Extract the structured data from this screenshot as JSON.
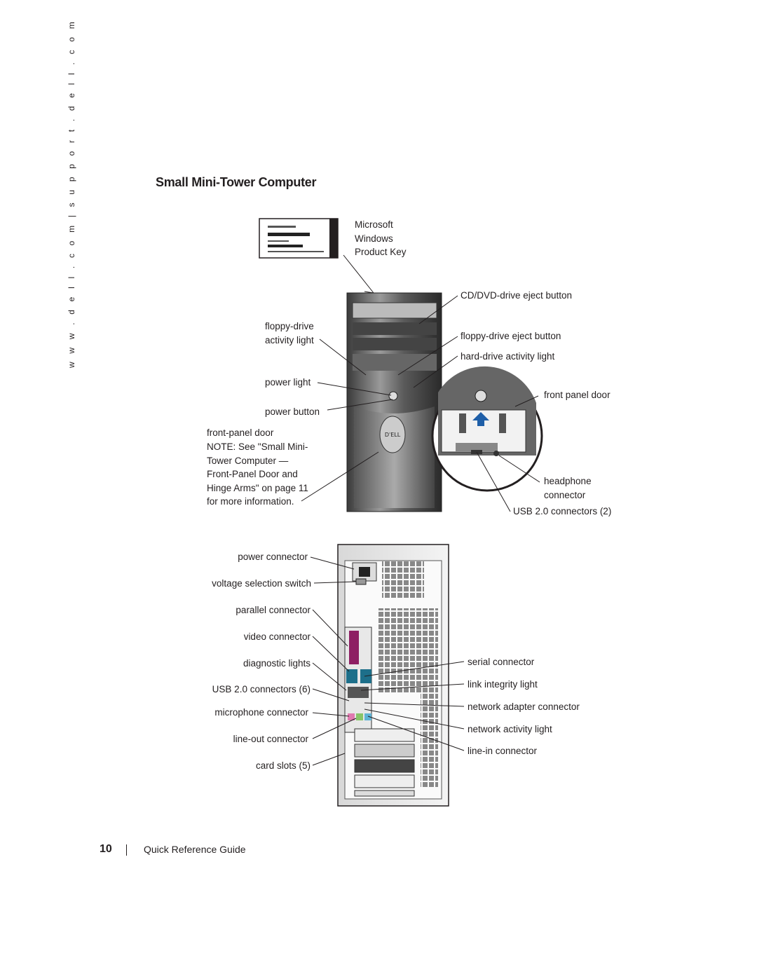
{
  "sidebar": {
    "url": "w w w . d e l l . c o m   |   s u p p o r t . d e l l . c o m"
  },
  "page": {
    "title": "Small Mini-Tower Computer"
  },
  "front_labels": {
    "product_key": "Microsoft Windows Product Key",
    "eject_cd": "CD/DVD-drive eject button",
    "floppy_activity": "floppy-drive activity light",
    "floppy_eject": "floppy-drive eject button",
    "hd_activity": "hard-drive activity light",
    "power_light": "power light",
    "front_panel_door_right": "front panel door",
    "power_button": "power button",
    "front_panel_door_left": "front-panel door",
    "note": "NOTE: See \"Small Mini-Tower Computer — Front-Panel Door and Hinge Arms\" on page 11 for more information.",
    "headphone": "headphone connector",
    "usb_front": "USB 2.0 connectors (2)"
  },
  "back_labels": {
    "power_connector": "power connector",
    "voltage_switch": "voltage selection switch",
    "parallel": "parallel connector",
    "video": "video connector",
    "diagnostic": "diagnostic lights",
    "usb_back": "USB 2.0 connectors (6)",
    "microphone": "microphone connector",
    "line_out": "line-out connector",
    "card_slots": "card slots (5)",
    "serial": "serial connector",
    "link_integrity": "link integrity light",
    "network_adapter": "network adapter connector",
    "network_activity": "network activity light",
    "line_in": "line-in connector"
  },
  "footer": {
    "page_number": "10",
    "guide_title": "Quick Reference Guide"
  },
  "colors": {
    "text": "#231f20",
    "parallel_port": "#8e1f63",
    "video_port": "#1d6f8a",
    "mic_jack": "#e07ab0",
    "line_jack": "#5fb3d6",
    "line_out_jack": "#88c56a",
    "arrow": "#1f5fa8"
  }
}
